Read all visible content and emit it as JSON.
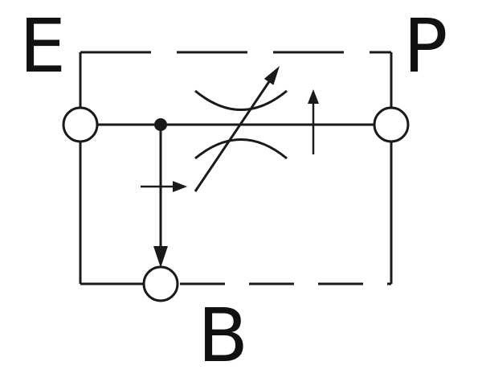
{
  "diagram": {
    "type": "hydraulic-schematic",
    "description": "Variable flow control valve schematic with ports E, P and B",
    "colors": {
      "line": "#1a1a1a",
      "background": "#ffffff"
    },
    "labels": {
      "port_left": "E",
      "port_right": "P",
      "port_bottom": "B"
    },
    "symbols": [
      "enclosure-dashed-box",
      "port-circle-left",
      "port-circle-right",
      "port-circle-bottom",
      "junction-dot",
      "horizontal-flow-line",
      "vertical-drain-line",
      "variable-restrictor-arcs",
      "variable-adjustment-arrow",
      "up-flow-arrow",
      "down-flow-arrow",
      "right-flow-arrow"
    ]
  }
}
